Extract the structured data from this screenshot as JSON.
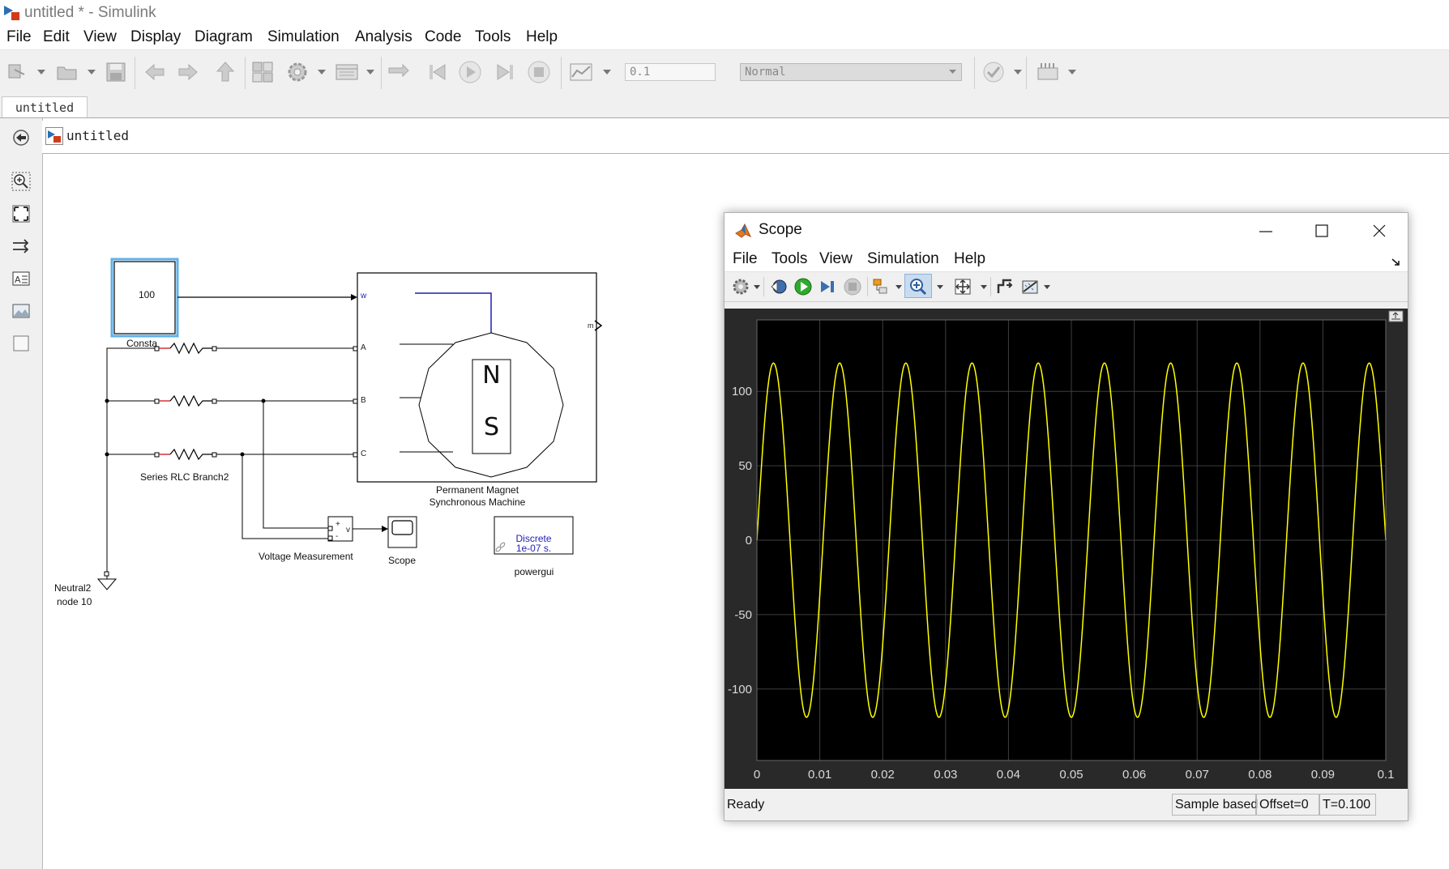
{
  "window": {
    "title": "untitled * - Simulink"
  },
  "menu": [
    "File",
    "Edit",
    "View",
    "Display",
    "Diagram",
    "Simulation",
    "Analysis",
    "Code",
    "Tools",
    "Help"
  ],
  "toolbar": {
    "stop_time": "0.1",
    "sim_mode": "Normal"
  },
  "tab": {
    "label": "untitled"
  },
  "breadcrumb": {
    "label": "untitled"
  },
  "blocks": {
    "constant": {
      "value": "100",
      "label": "Consta"
    },
    "rlc": {
      "label": "Series RLC Branch2"
    },
    "pmsm": {
      "label_line1": "Permanent Magnet",
      "label_line2": "Synchronous Machine",
      "port_w": "w",
      "port_a": "A",
      "port_b": "B",
      "port_c": "C",
      "port_m": "m",
      "pole_n": "N",
      "pole_s": "S"
    },
    "vmeas": {
      "label": "Voltage Measurement",
      "plus": "+",
      "minus": "-",
      "out": "v"
    },
    "scope": {
      "label": "Scope"
    },
    "powergui": {
      "line1": "Discrete",
      "line2": "1e-07 s.",
      "label": "powergui"
    },
    "neutral": {
      "line1": "Neutral2",
      "line2": "node 10"
    }
  },
  "scope_window": {
    "title": "Scope",
    "menu": [
      "File",
      "Tools",
      "View",
      "Simulation",
      "Help"
    ],
    "status": {
      "ready": "Ready",
      "mode": "Sample based",
      "offset": "Offset=0",
      "time": "T=0.100"
    }
  },
  "colors": {
    "trace": "#ffff00",
    "plot_bg": "#000000",
    "frame_bg": "#292929",
    "selection": "#5eb1ea",
    "signal_blue": "#1f1fb5"
  },
  "chart_data": {
    "type": "line",
    "series": [
      {
        "function": "119*sin(2*pi*95*t)",
        "t_start": 0,
        "t_end": 0.1
      }
    ],
    "xlim": [
      0,
      0.1
    ],
    "ylim": [
      -148,
      148
    ],
    "x_ticks": [
      "0",
      "0.01",
      "0.02",
      "0.03",
      "0.04",
      "0.05",
      "0.06",
      "0.07",
      "0.08",
      "0.09",
      "0.1"
    ],
    "y_ticks": [
      "100",
      "50",
      "0",
      "-50",
      "-100"
    ],
    "y_tick_values": [
      100,
      50,
      0,
      -50,
      -100
    ],
    "grid": true
  }
}
